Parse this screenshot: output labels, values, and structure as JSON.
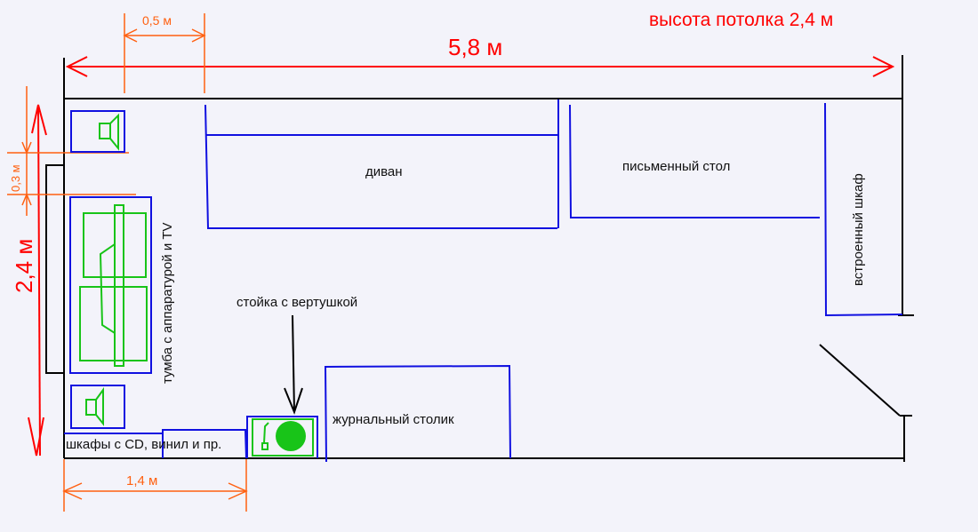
{
  "ceiling_height_label": "высота потолка 2,4 м",
  "dimensions": {
    "room_length": "5,8 м",
    "room_width": "2,4 м",
    "offset_top": "0,5 м",
    "window_gap": "0,3 м",
    "bottom_span": "1,4 м"
  },
  "furniture": {
    "sofa": "диван",
    "desk": "письменный стол",
    "wardrobe": "встроенный шкаф",
    "tv_stand": "тумба с аппаратурой и TV",
    "turntable_stand": "стойка с вертушкой",
    "coffee_table": "журнальный столик",
    "cd_shelves": "шкафы с CD, винил и пр."
  },
  "colors": {
    "walls": "#000000",
    "furniture": "#1010e0",
    "equipment": "#18c418",
    "main_dims": "#ff0000",
    "sub_dims": "#ff6010"
  }
}
